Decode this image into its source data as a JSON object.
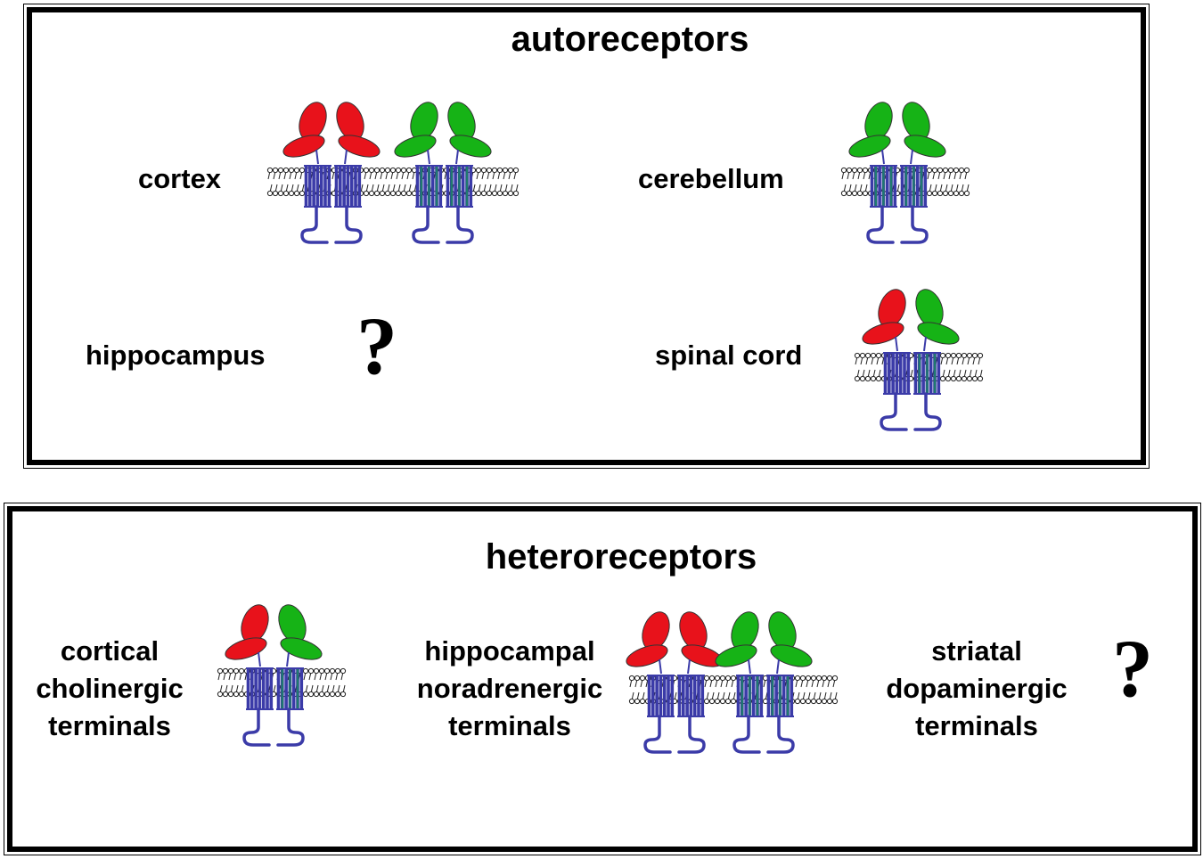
{
  "autoreceptors": {
    "title": "autoreceptors",
    "regions": [
      {
        "label": "cortex",
        "content": "receptor-pair"
      },
      {
        "label": "cerebellum",
        "content": "receptor-pair"
      },
      {
        "label": "hippocampus",
        "content": "?"
      },
      {
        "label": "spinal cord",
        "content": "receptor-pair"
      }
    ]
  },
  "heteroreceptors": {
    "title": "heteroreceptors",
    "regions": [
      {
        "label_lines": [
          "cortical",
          "cholinergic",
          "terminals"
        ],
        "content": "receptor-pair"
      },
      {
        "label_lines": [
          "hippocampal",
          "noradrenergic",
          "terminals"
        ],
        "content": "receptor-pair"
      },
      {
        "label_lines": [
          "striatal",
          "dopaminergic",
          "terminals"
        ],
        "content": "?"
      }
    ]
  },
  "colors": {
    "subunit_red": "#e8121b",
    "subunit_green": "#16b316",
    "receptor_blue": "#3b3ba8",
    "receptor_teal": "#1f7a6e"
  },
  "icons": [
    "lipid-membrane-icon",
    "receptor-dimer-icon",
    "question-mark-icon"
  ]
}
